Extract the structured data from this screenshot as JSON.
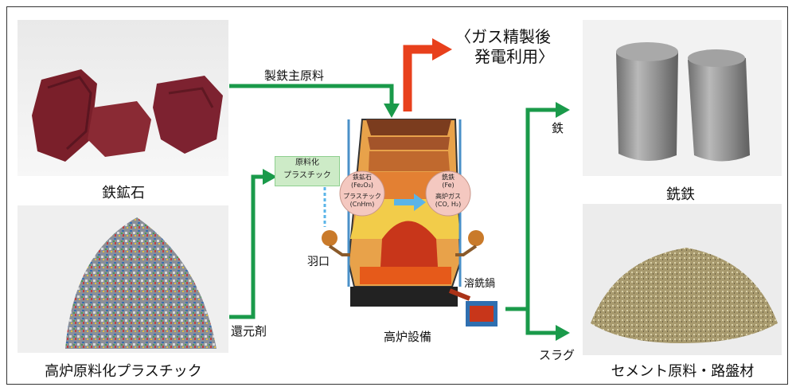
{
  "photos": {
    "iron_ore_caption": "鉄鉱石",
    "plastic_caption": "高炉原料化プラスチック",
    "pig_iron_caption": "銑鉄",
    "cement_caption": "セメント原料・路盤材"
  },
  "flow": {
    "main_raw_material": "製鉄主原料",
    "reducing_agent": "還元剤",
    "gas_line1": "〈ガス精製後",
    "gas_line2": "発電利用〉",
    "iron": "鉄",
    "slag": "スラグ",
    "tuyere": "羽口",
    "hot_metal_ladle": "溶銑鍋",
    "blast_furnace": "高炉設備",
    "raw_plastic_line1": "原料化",
    "raw_plastic_line2": "プラスチック"
  },
  "furnace_bubbles": {
    "left_top": "鉄鉱石",
    "left_top_sub": "(Fe₂O₃)",
    "left_bottom": "プラスチック",
    "left_bottom_sub": "(CnHm)",
    "right_top": "銑鉄",
    "right_top_sub": "(Fe)",
    "right_bottom": "高炉ガス",
    "right_bottom_sub": "(CO, H₂)"
  },
  "colors": {
    "flow_arrow": "#1a9a4a",
    "gas_arrow": "#e53b1a",
    "plastic_box": "#cdebc7"
  }
}
